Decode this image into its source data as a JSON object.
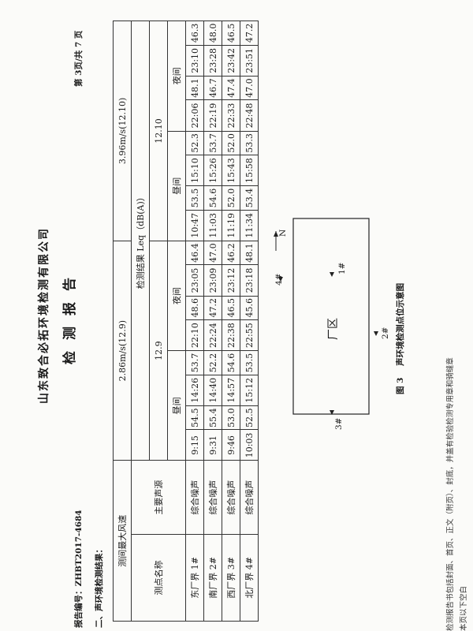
{
  "header": {
    "company": "山东致合必拓环境检测有限公司",
    "doc_title": "检测报告",
    "report_no_label": "报告编号：",
    "report_no": "ZHBT2017-4684",
    "page_info": "第 3页/共 7 页"
  },
  "section_title": "二、声环境检测结果：",
  "table": {
    "col_point": "测点名称",
    "col_source": "主要声源",
    "max_wind_label": "测间最大风速",
    "wind_129": "2.86m/s(12.9)",
    "wind_1210": "3.96m/s(12.10)",
    "result_label": "检测结果 Leq（dB(A)）",
    "date_129": "12.9",
    "date_1210": "12.10",
    "day_label": "昼间",
    "night_label": "夜间",
    "rows": [
      {
        "point": "东厂界 1#",
        "source": "综合噪声",
        "d1t1": "9:15",
        "d1v1": "54.5",
        "d1t2": "14:26",
        "d1v2": "53.7",
        "n1t1": "22:10",
        "n1v1": "48.6",
        "n1t2": "23:05",
        "n1v2": "46.4",
        "d2t1": "10:47",
        "d2v1": "53.5",
        "d2t2": "15:10",
        "d2v2": "52.3",
        "n2t1": "22:06",
        "n2v1": "48.1",
        "n2t2": "23:10",
        "n2v2": "46.3"
      },
      {
        "point": "南厂界 2#",
        "source": "综合噪声",
        "d1t1": "9:31",
        "d1v1": "55.4",
        "d1t2": "14:40",
        "d1v2": "52.2",
        "n1t1": "22:24",
        "n1v1": "47.2",
        "n1t2": "23:09",
        "n1v2": "47.0",
        "d2t1": "11:03",
        "d2v1": "54.6",
        "d2t2": "15:26",
        "d2v2": "53.7",
        "n2t1": "22:19",
        "n2v1": "46.7",
        "n2t2": "23:28",
        "n2v2": "48.0"
      },
      {
        "point": "西厂界 3#",
        "source": "综合噪声",
        "d1t1": "9:46",
        "d1v1": "53.0",
        "d1t2": "14:57",
        "d1v2": "54.6",
        "n1t1": "22:38",
        "n1v1": "46.5",
        "n1t2": "23:12",
        "n1v2": "46.2",
        "d2t1": "11:19",
        "d2v1": "52.0",
        "d2t2": "15:43",
        "d2v2": "52.0",
        "n2t1": "22:33",
        "n2v1": "47.4",
        "n2t2": "23:42",
        "n2v2": "46.5"
      },
      {
        "point": "北厂界 4#",
        "source": "综合噪声",
        "d1t1": "10:03",
        "d1v1": "52.5",
        "d1t2": "15:12",
        "d1v2": "53.5",
        "n1t1": "22:55",
        "n1v1": "45.6",
        "n1t2": "23:18",
        "n1v2": "48.1",
        "d2t1": "11:34",
        "d2v1": "53.4",
        "d2t2": "15:58",
        "d2v2": "53.3",
        "n2t1": "22:48",
        "n2v1": "47.0",
        "n2t2": "23:51",
        "n2v2": "47.2"
      }
    ]
  },
  "figure": {
    "factory_label": "厂区",
    "north_label": "N",
    "points": [
      "1#",
      "2#",
      "3#",
      "4#"
    ],
    "caption_no": "图 3",
    "caption_text": "声环境检测点位示意图"
  },
  "footer": {
    "blank_note": "本页以下空白",
    "note": "检测报告书包括封面、首页、正文（附页）、封底，并盖有检验检测专用章和骑缝章"
  }
}
